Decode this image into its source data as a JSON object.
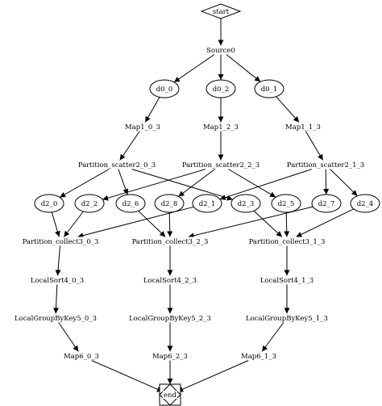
{
  "nodes": [
    {
      "id": "start",
      "label": "start",
      "shape": "diamond"
    },
    {
      "id": "source0",
      "label": "Source0",
      "shape": "text"
    },
    {
      "id": "d0_0",
      "label": "d0_0",
      "shape": "ellipse"
    },
    {
      "id": "d0_2",
      "label": "d0_2",
      "shape": "ellipse"
    },
    {
      "id": "d0_1",
      "label": "d0_1",
      "shape": "ellipse"
    },
    {
      "id": "map1_0_3",
      "label": "Map1_0_3",
      "shape": "text"
    },
    {
      "id": "map1_2_3",
      "label": "Map1_2_3",
      "shape": "text"
    },
    {
      "id": "map1_1_3",
      "label": "Map1_1_3",
      "shape": "text"
    },
    {
      "id": "ps2_0_3",
      "label": "Partition_scatter2_0_3",
      "shape": "text"
    },
    {
      "id": "ps2_2_3",
      "label": "Partition_scatter2_2_3",
      "shape": "text"
    },
    {
      "id": "ps2_1_3",
      "label": "Partition_scatter2_1_3",
      "shape": "text"
    },
    {
      "id": "d2_0",
      "label": "d2_0",
      "shape": "ellipse"
    },
    {
      "id": "d2_2",
      "label": "d2_2",
      "shape": "ellipse"
    },
    {
      "id": "d2_6",
      "label": "d2_6",
      "shape": "ellipse"
    },
    {
      "id": "d2_8",
      "label": "d2_8",
      "shape": "ellipse"
    },
    {
      "id": "d2_1",
      "label": "d2_1",
      "shape": "ellipse"
    },
    {
      "id": "d2_3",
      "label": "d2_3",
      "shape": "ellipse"
    },
    {
      "id": "d2_5",
      "label": "d2_5",
      "shape": "ellipse"
    },
    {
      "id": "d2_7",
      "label": "d2_7",
      "shape": "ellipse"
    },
    {
      "id": "d2_4",
      "label": "d2_4",
      "shape": "ellipse"
    },
    {
      "id": "pc3_0_3",
      "label": "Partition_collect3_0_3",
      "shape": "text"
    },
    {
      "id": "pc3_2_3",
      "label": "Partition_collect3_2_3",
      "shape": "text"
    },
    {
      "id": "pc3_1_3",
      "label": "Partition_collect3_1_3",
      "shape": "text"
    },
    {
      "id": "ls4_0_3",
      "label": "LocalSort4_0_3",
      "shape": "text"
    },
    {
      "id": "ls4_2_3",
      "label": "LocalSort4_2_3",
      "shape": "text"
    },
    {
      "id": "ls4_1_3",
      "label": "LocalSort4_1_3",
      "shape": "text"
    },
    {
      "id": "lg5_0_3",
      "label": "LocalGroupByKey5_0_3",
      "shape": "text"
    },
    {
      "id": "lg5_2_3",
      "label": "LocalGroupByKey5_2_3",
      "shape": "text"
    },
    {
      "id": "lg5_1_3",
      "label": "LocalGroupByKey5_1_3",
      "shape": "text"
    },
    {
      "id": "map6_0_3",
      "label": "Map6_0_3",
      "shape": "text"
    },
    {
      "id": "map6_2_3",
      "label": "Map6_2_3",
      "shape": "text"
    },
    {
      "id": "map6_1_3",
      "label": "Map6_1_3",
      "shape": "text"
    },
    {
      "id": "end",
      "label": "end",
      "shape": "mdiamond"
    }
  ],
  "edges": [
    [
      "start",
      "source0"
    ],
    [
      "source0",
      "d0_0"
    ],
    [
      "source0",
      "d0_2"
    ],
    [
      "source0",
      "d0_1"
    ],
    [
      "d0_0",
      "map1_0_3"
    ],
    [
      "d0_2",
      "map1_2_3"
    ],
    [
      "d0_1",
      "map1_1_3"
    ],
    [
      "map1_0_3",
      "ps2_0_3"
    ],
    [
      "map1_2_3",
      "ps2_2_3"
    ],
    [
      "map1_1_3",
      "ps2_1_3"
    ],
    [
      "ps2_0_3",
      "d2_0"
    ],
    [
      "ps2_0_3",
      "d2_6"
    ],
    [
      "ps2_0_3",
      "d2_3"
    ],
    [
      "ps2_2_3",
      "d2_2"
    ],
    [
      "ps2_2_3",
      "d2_8"
    ],
    [
      "ps2_2_3",
      "d2_5"
    ],
    [
      "ps2_1_3",
      "d2_1"
    ],
    [
      "ps2_1_3",
      "d2_7"
    ],
    [
      "ps2_1_3",
      "d2_4"
    ],
    [
      "d2_0",
      "pc3_0_3"
    ],
    [
      "d2_2",
      "pc3_0_3"
    ],
    [
      "d2_1",
      "pc3_0_3"
    ],
    [
      "d2_6",
      "pc3_2_3"
    ],
    [
      "d2_8",
      "pc3_2_3"
    ],
    [
      "d2_7",
      "pc3_2_3"
    ],
    [
      "d2_3",
      "pc3_1_3"
    ],
    [
      "d2_5",
      "pc3_1_3"
    ],
    [
      "d2_4",
      "pc3_1_3"
    ],
    [
      "pc3_0_3",
      "ls4_0_3"
    ],
    [
      "pc3_2_3",
      "ls4_2_3"
    ],
    [
      "pc3_1_3",
      "ls4_1_3"
    ],
    [
      "ls4_0_3",
      "lg5_0_3"
    ],
    [
      "ls4_2_3",
      "lg5_2_3"
    ],
    [
      "ls4_1_3",
      "lg5_1_3"
    ],
    [
      "lg5_0_3",
      "map6_0_3"
    ],
    [
      "lg5_2_3",
      "map6_2_3"
    ],
    [
      "lg5_1_3",
      "map6_1_3"
    ],
    [
      "map6_0_3",
      "end"
    ],
    [
      "map6_2_3",
      "end"
    ],
    [
      "map6_1_3",
      "end"
    ]
  ]
}
